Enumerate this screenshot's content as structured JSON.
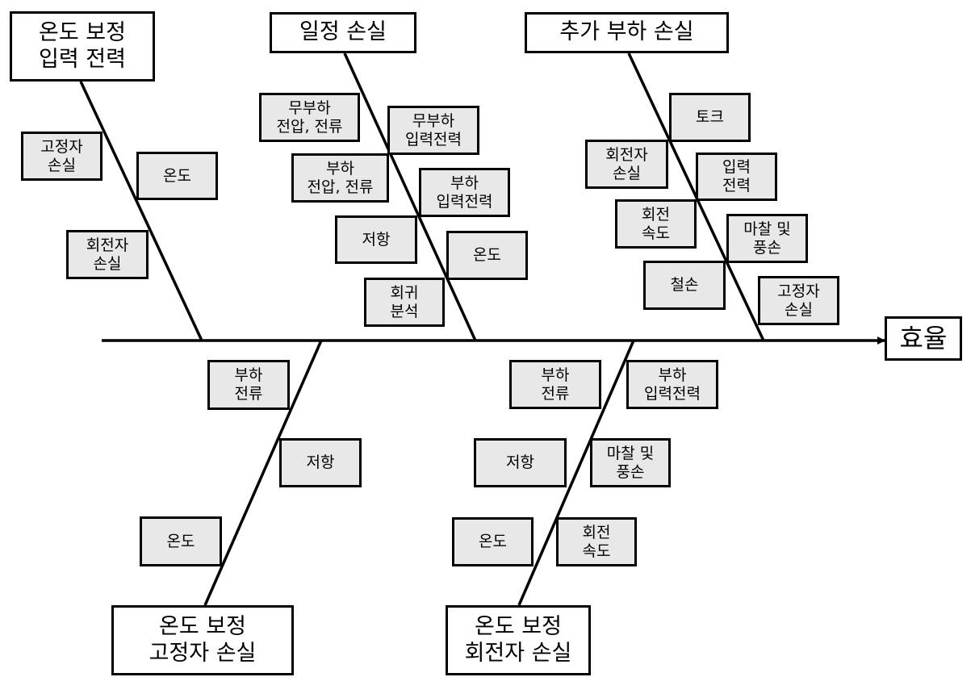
{
  "effect": "효율",
  "categories": {
    "top_left": "온도 보정\n입력 전력",
    "top_mid": "일정 손실",
    "top_right": "추가 부하 손실",
    "bottom_left": "온도 보정\n고정자 손실",
    "bottom_right": "온도 보정\n회전자 손실"
  },
  "causes": {
    "tl_stator_loss": "고정자\n손실",
    "tl_temperature": "온도",
    "tl_rotor_loss": "회전자\n손실",
    "tm_noload_voltage_current": "무부하\n전압, 전류",
    "tm_noload_input_power": "무부하\n입력전력",
    "tm_load_voltage_current": "부하\n전압, 전류",
    "tm_load_input_power": "부하\n입력전력",
    "tm_resistance": "저항",
    "tm_temperature": "온도",
    "tm_regression": "회귀\n분석",
    "tr_torque": "토크",
    "tr_rotor_loss": "회전자\n손실",
    "tr_input_power": "입력\n전력",
    "tr_rotation_speed": "회전\n속도",
    "tr_friction_windage": "마찰 및\n풍손",
    "tr_iron_loss": "철손",
    "tr_stator_loss": "고정자\n손실",
    "bl_load_current": "부하\n전류",
    "bl_resistance": "저항",
    "bl_temperature": "온도",
    "br_load_current": "부하\n전류",
    "br_load_input_power": "부하\n입력전력",
    "br_resistance": "저항",
    "br_friction_windage": "마찰 및\n풍손",
    "br_temperature": "온도",
    "br_rotation_speed": "회전\n속도"
  }
}
